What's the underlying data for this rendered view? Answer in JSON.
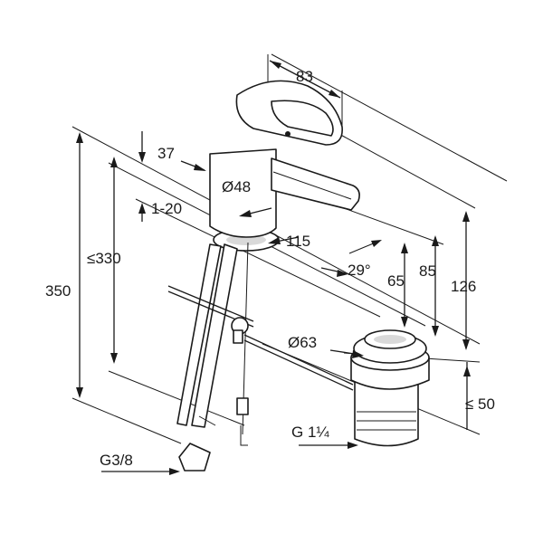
{
  "drawing": {
    "dimensions": {
      "top_width": "83",
      "lever_offset": "37",
      "body_diameter": "Ø48",
      "base_thickness": "1-20",
      "spout_reach": "115",
      "spout_angle": "29°",
      "max_deck_thickness": "≤330",
      "overall_height": "350",
      "spout_height_low": "65",
      "spout_height_mid": "85",
      "spout_height_top": "126",
      "waste_diameter": "Ø63",
      "waste_depth": "≤ 50",
      "waste_thread": "G 1¼",
      "supply_thread": "G3/8"
    },
    "colors": {
      "line": "#1a1a1a",
      "shade": "#d9d9d9",
      "background": "#ffffff"
    }
  }
}
